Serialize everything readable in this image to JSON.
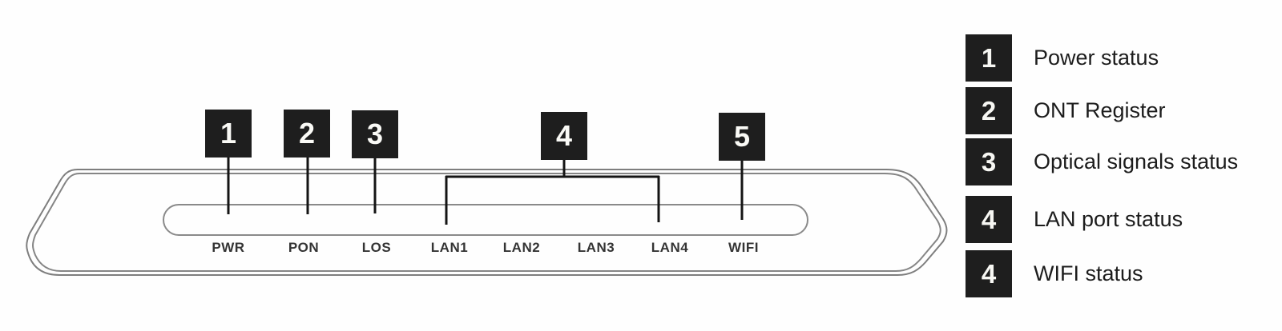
{
  "figure": {
    "description": "ONT / router front panel LED diagram with numbered callouts and legend"
  },
  "panel": {
    "callouts": [
      {
        "number": "1"
      },
      {
        "number": "2"
      },
      {
        "number": "3"
      },
      {
        "number": "4"
      },
      {
        "number": "5"
      }
    ],
    "leds": [
      {
        "label": "PWR"
      },
      {
        "label": "PON"
      },
      {
        "label": "LOS"
      },
      {
        "label": "LAN1"
      },
      {
        "label": "LAN2"
      },
      {
        "label": "LAN3"
      },
      {
        "label": "LAN4"
      },
      {
        "label": "WIFI"
      }
    ]
  },
  "legend": {
    "items": [
      {
        "number": "1",
        "label": "Power status"
      },
      {
        "number": "2",
        "label": "ONT Register"
      },
      {
        "number": "3",
        "label": "Optical signals status"
      },
      {
        "number": "4",
        "label": "LAN port status"
      },
      {
        "number": "4",
        "label": "WIFI status"
      }
    ]
  },
  "colors": {
    "callout_box_bg": "#1e1e1e",
    "callout_number": "#fafaf6",
    "leader_line": "#141414",
    "device_outline": "#7e7e7e",
    "led_strip_outline": "#8a8a8a",
    "led_label_text": "#343434",
    "legend_text": "#1c1c1c",
    "background": "#fefefe"
  }
}
